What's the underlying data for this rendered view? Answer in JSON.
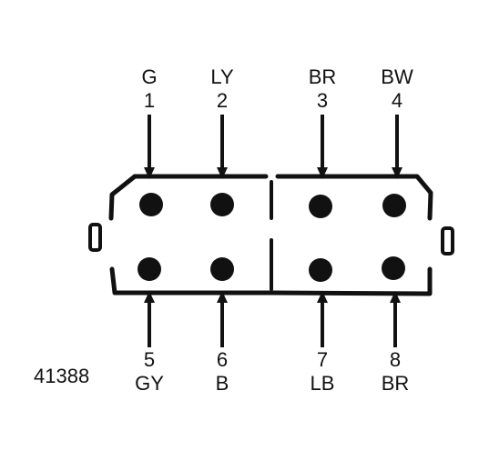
{
  "figure_id": "41388",
  "colors": {
    "ink": "#111111",
    "background": "#ffffff"
  },
  "pins": [
    {
      "number": "1",
      "wire": "G"
    },
    {
      "number": "2",
      "wire": "LY"
    },
    {
      "number": "3",
      "wire": "BR"
    },
    {
      "number": "4",
      "wire": "BW"
    },
    {
      "number": "5",
      "wire": "GY"
    },
    {
      "number": "6",
      "wire": "B"
    },
    {
      "number": "7",
      "wire": "LB"
    },
    {
      "number": "8",
      "wire": "BR"
    }
  ]
}
